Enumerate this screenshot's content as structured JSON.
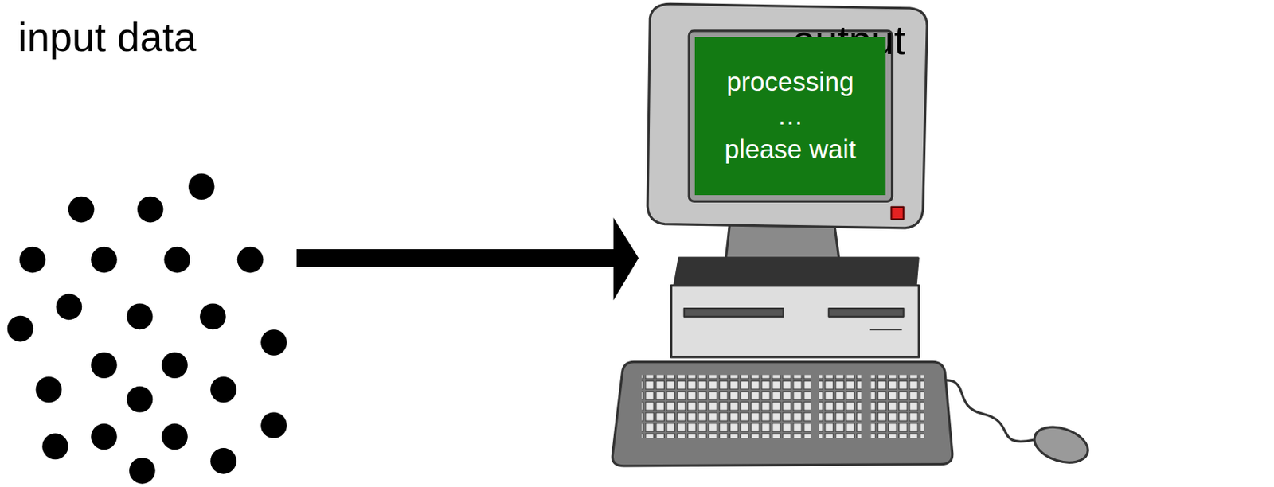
{
  "diagram": {
    "nodes": [
      {
        "text": [
          "processing … please wait"
        ]
      }
    ],
    "labels": [
      "input data",
      "output"
    ]
  }
}
